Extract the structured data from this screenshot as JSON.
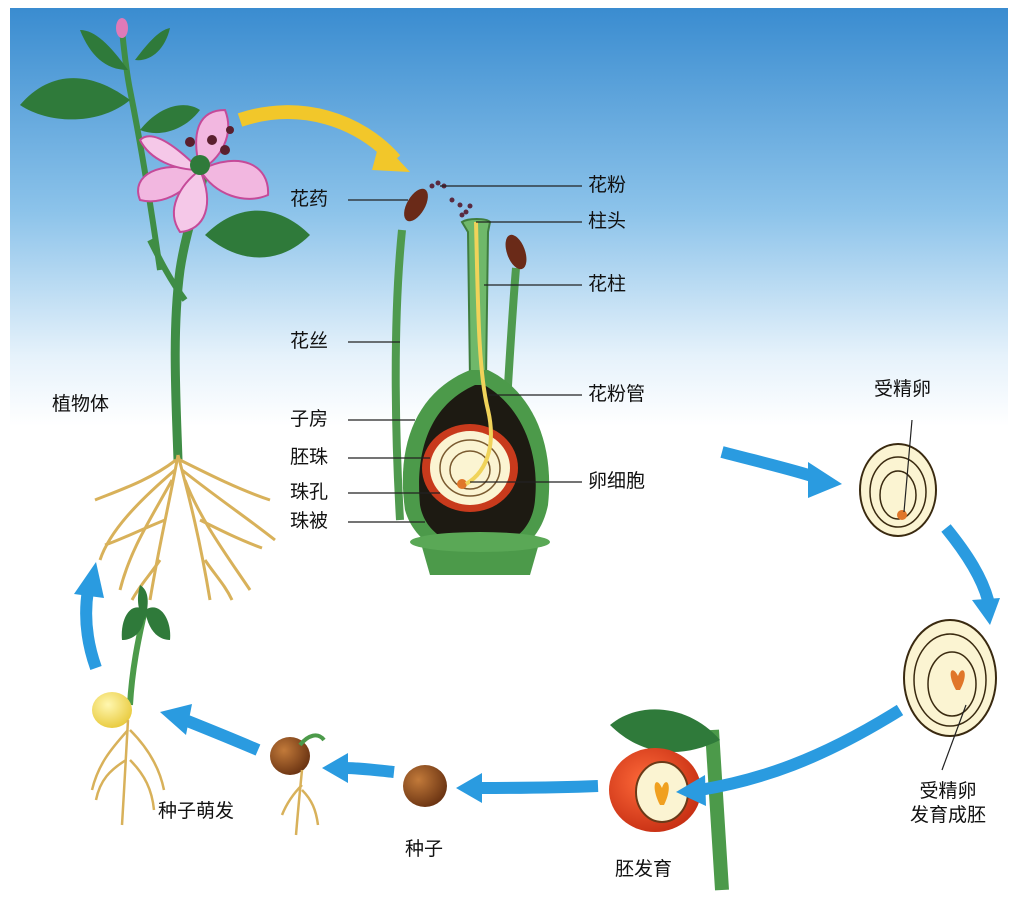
{
  "labels": {
    "plant_body": "植物体",
    "anther": "花药",
    "filament": "花丝",
    "ovary": "子房",
    "ovule": "胚珠",
    "micropyle": "珠孔",
    "integument": "珠被",
    "pollen": "花粉",
    "stigma": "柱头",
    "style": "花柱",
    "pollen_tube": "花粉管",
    "egg_cell": "卵细胞",
    "fertilized_egg": "受精卵",
    "fertilized_egg_develops_line1": "受精卵",
    "fertilized_egg_develops_line2": "发育成胚",
    "embryo_development": "胚发育",
    "seed": "种子",
    "seed_germination": "种子萌发"
  },
  "colors": {
    "sky_top": "#3e8fd0",
    "sky_bottom": "#ffffff",
    "arrow_blue": "#2a9be0",
    "arrow_yellow": "#f2c72a",
    "stem_green": "#4c9a4a",
    "leaf_green": "#2f7a3a",
    "petal_pink": "#e79bd0",
    "root_tan": "#d9b45a",
    "ovary_dark": "#1d1a12",
    "ovule_red": "#c83a1c",
    "ovule_cream": "#fbf4d2"
  }
}
